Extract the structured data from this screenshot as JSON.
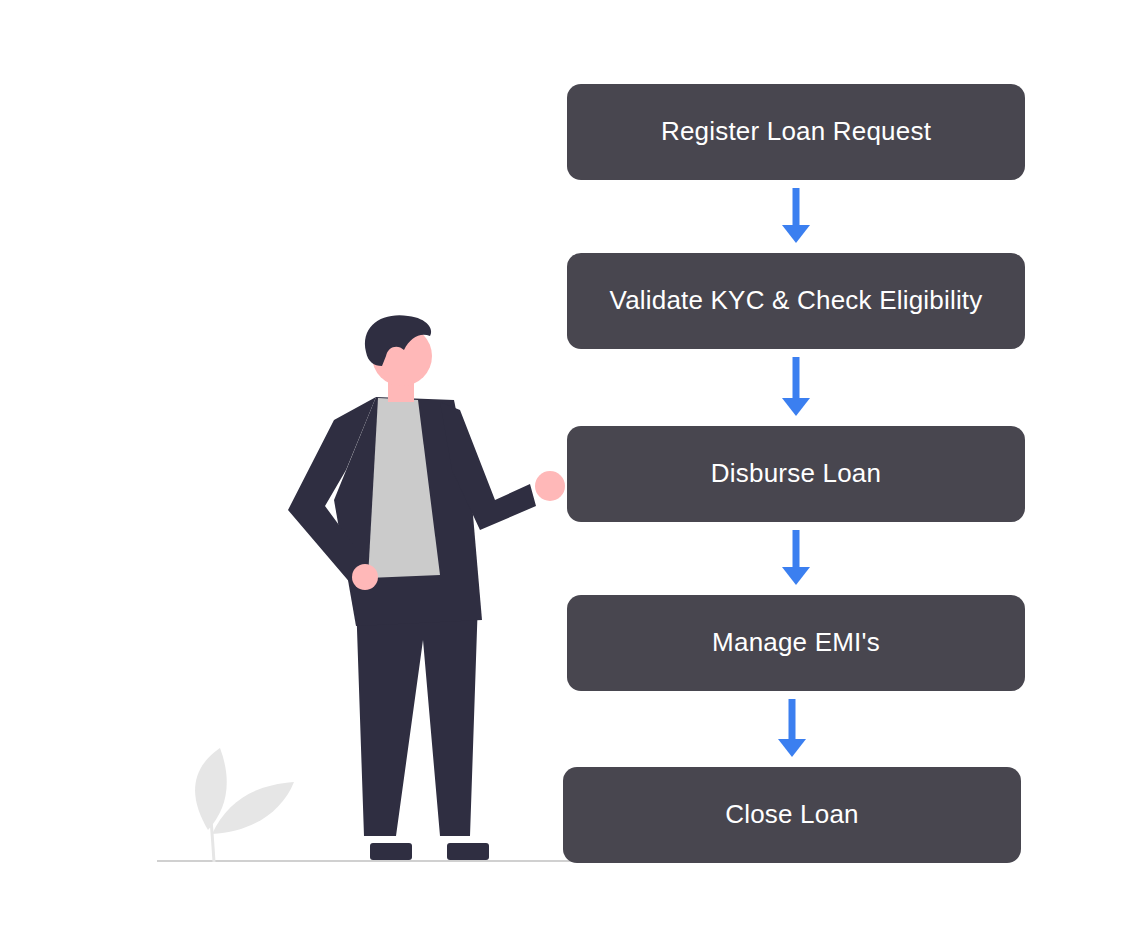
{
  "diagram": {
    "nodes": [
      {
        "text": [
          "Register Loan Request"
        ]
      },
      {
        "text": [
          "Validate KYC & Check Eligibility"
        ]
      },
      {
        "text": [
          "Disburse Loan"
        ]
      },
      {
        "text": [
          "Manage EMI's"
        ]
      },
      {
        "text": [
          "Close Loan"
        ]
      }
    ],
    "edges": [
      {
        "from": 0,
        "to": 1,
        "arrow": "to"
      },
      {
        "from": 1,
        "to": 2,
        "arrow": "to"
      },
      {
        "from": 2,
        "to": 3,
        "arrow": "to"
      },
      {
        "from": 3,
        "to": 4,
        "arrow": "to"
      }
    ]
  }
}
